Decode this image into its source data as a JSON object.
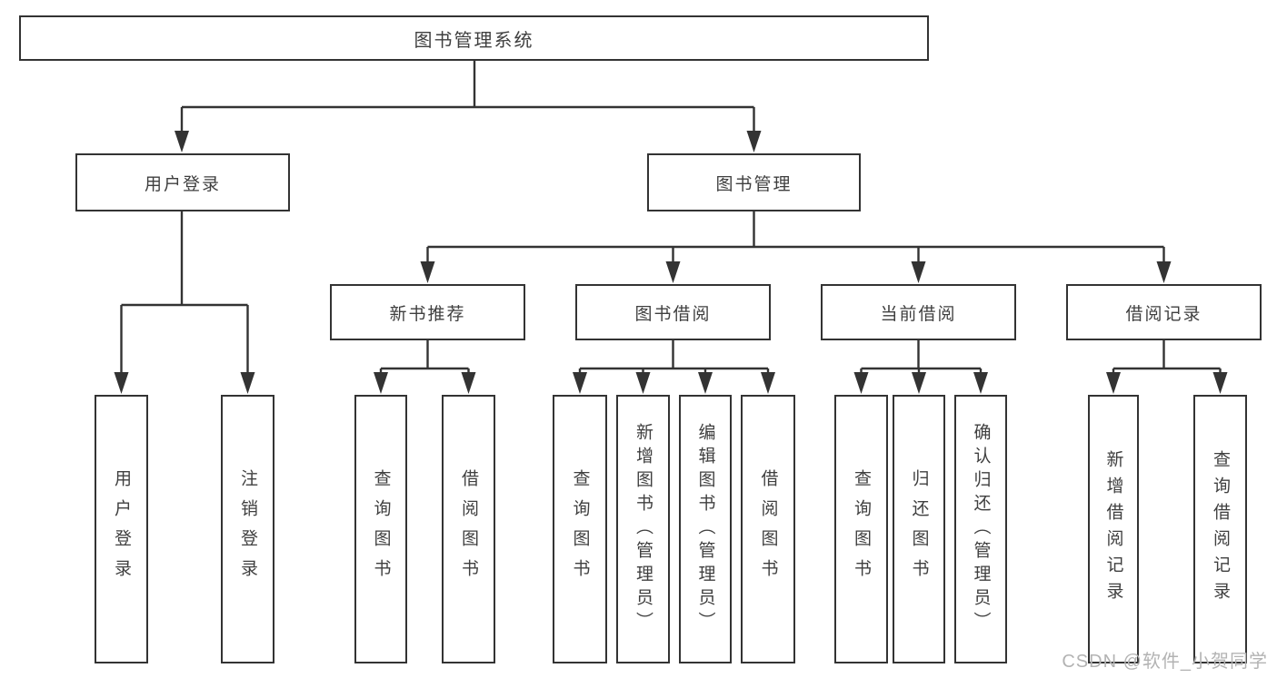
{
  "diagram": {
    "root": {
      "label": "图书管理系统"
    },
    "level2": [
      {
        "label": "用户登录"
      },
      {
        "label": "图书管理"
      }
    ],
    "level3": [
      {
        "parent": "图书管理",
        "label": "新书推荐"
      },
      {
        "parent": "图书管理",
        "label": "图书借阅"
      },
      {
        "parent": "图书管理",
        "label": "当前借阅"
      },
      {
        "parent": "图书管理",
        "label": "借阅记录"
      }
    ],
    "leaves": [
      {
        "parent": "用户登录",
        "label": "用户登录"
      },
      {
        "parent": "用户登录",
        "label": "注销登录"
      },
      {
        "parent": "新书推荐",
        "label": "查询图书"
      },
      {
        "parent": "新书推荐",
        "label": "借阅图书"
      },
      {
        "parent": "图书借阅",
        "label": "查询图书"
      },
      {
        "parent": "图书借阅",
        "label": "新增图书（管理员）"
      },
      {
        "parent": "图书借阅",
        "label": "编辑图书（管理员）"
      },
      {
        "parent": "图书借阅",
        "label": "借阅图书"
      },
      {
        "parent": "当前借阅",
        "label": "查询图书"
      },
      {
        "parent": "当前借阅",
        "label": "归还图书"
      },
      {
        "parent": "当前借阅",
        "label": "确认归还（管理员）"
      },
      {
        "parent": "借阅记录",
        "label": "新增借阅记录"
      },
      {
        "parent": "借阅记录",
        "label": "查询借阅记录"
      }
    ],
    "watermark": "CSDN @软件_小贺同学",
    "colors": {
      "line": "#333333",
      "box_border": "#333333",
      "text": "#3f3f3f",
      "watermark": "#b3b3b3",
      "background": "#ffffff"
    }
  }
}
